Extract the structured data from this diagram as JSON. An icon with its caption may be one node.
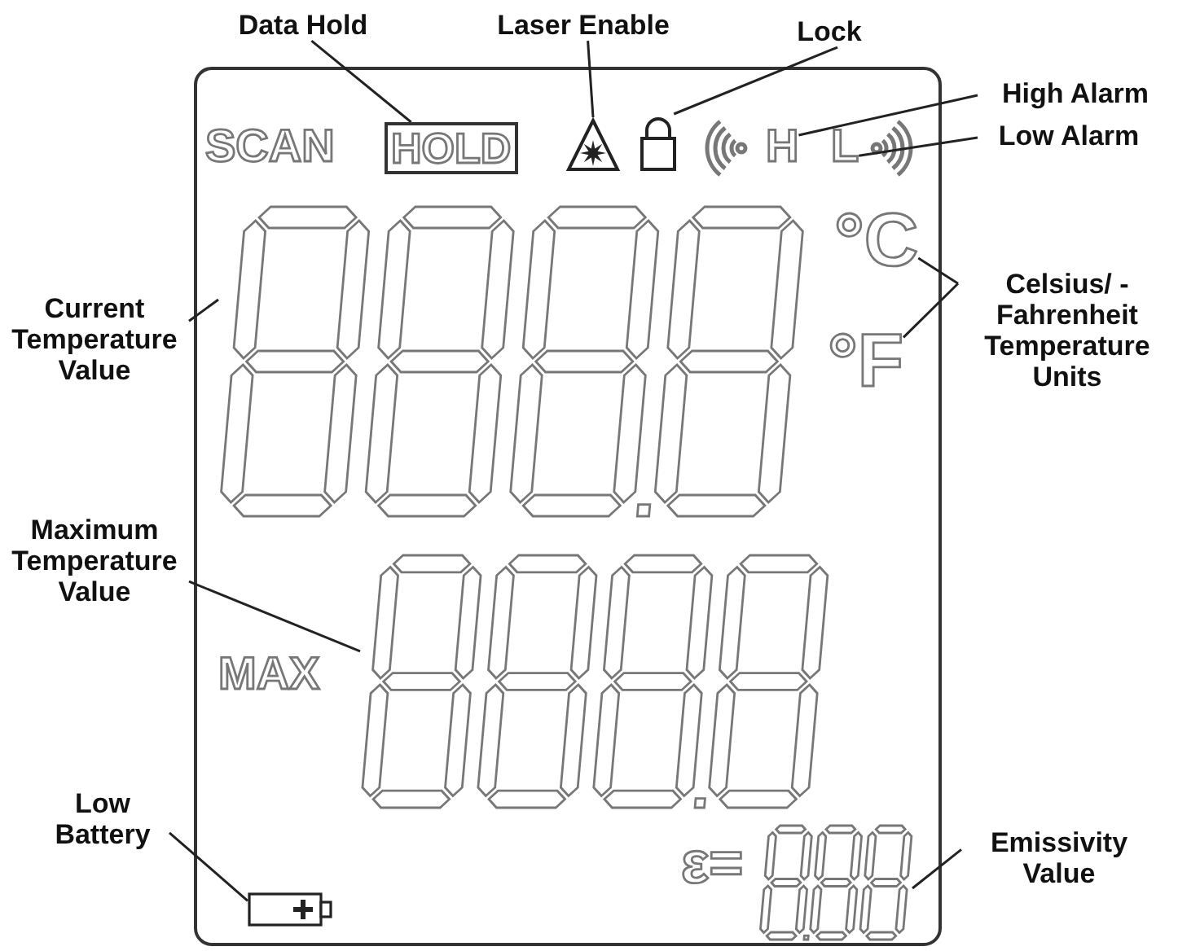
{
  "diagram": {
    "nodes": [
      {
        "text": [
          "Data Hold"
        ]
      },
      {
        "text": [
          "HOLD"
        ]
      },
      {
        "text": [
          "Laser Enable"
        ]
      },
      {
        "text": [],
        "shape": "triangle"
      },
      {
        "text": [
          "Lock"
        ]
      },
      {
        "text": [],
        "shape": "lock"
      },
      {
        "text": [
          "High Alarm"
        ]
      },
      {
        "text": [
          "H"
        ]
      },
      {
        "text": [
          "Low Alarm"
        ]
      },
      {
        "text": [
          "L"
        ]
      },
      {
        "text": [
          "Celsius/ - Fahrenheit Temperature Units"
        ]
      },
      {
        "text": [
          "°C"
        ]
      },
      {
        "text": [
          "°F"
        ]
      },
      {
        "text": [
          "Current Temperature Value"
        ]
      },
      {
        "text": [],
        "shape": "digits"
      },
      {
        "text": [
          "Maximum Temperature Value"
        ]
      },
      {
        "text": [],
        "shape": "digits"
      },
      {
        "text": [
          "Low Battery"
        ]
      },
      {
        "text": [],
        "shape": "battery"
      },
      {
        "text": [
          "Emissivity Value"
        ]
      },
      {
        "text": [],
        "shape": "digits"
      }
    ],
    "edges": [
      {
        "from": 0,
        "to": 1,
        "arrow": "none"
      },
      {
        "from": 2,
        "to": 3,
        "arrow": "none"
      },
      {
        "from": 4,
        "to": 5,
        "arrow": "none"
      },
      {
        "from": 6,
        "to": 7,
        "arrow": "none"
      },
      {
        "from": 8,
        "to": 9,
        "arrow": "none"
      },
      {
        "from": 10,
        "to": 11,
        "arrow": "none"
      },
      {
        "from": 10,
        "to": 12,
        "arrow": "none"
      },
      {
        "from": 13,
        "to": 14,
        "arrow": "none"
      },
      {
        "from": 15,
        "to": 16,
        "arrow": "none"
      },
      {
        "from": 17,
        "to": 18,
        "arrow": "none"
      },
      {
        "from": 19,
        "to": 20,
        "arrow": "none"
      }
    ],
    "labels": [
      "SCAN",
      "MAX",
      "ε="
    ]
  }
}
